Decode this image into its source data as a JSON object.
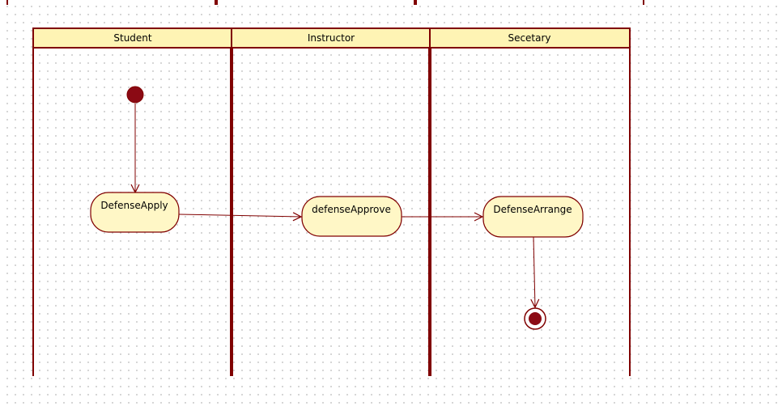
{
  "diagram": {
    "type": "activity-diagram-swimlanes",
    "colors": {
      "line": "#800000",
      "header_fill": "#fef4b4",
      "activity_fill": "#fff7c6",
      "node_fill": "#8b0a14",
      "grid_dot": "#c9c9c9"
    },
    "swimlanes": [
      {
        "title": "Student"
      },
      {
        "title": "Instructor"
      },
      {
        "title": "Secetary"
      }
    ],
    "activities": [
      {
        "label": "DefenseApply",
        "lane": "Student"
      },
      {
        "label": "defenseApprove",
        "lane": "Instructor"
      },
      {
        "label": "DefenseArrange",
        "lane": "Secetary"
      }
    ],
    "nodes": [
      {
        "kind": "initial",
        "lane": "Student"
      },
      {
        "kind": "final",
        "lane": "Secetary"
      }
    ],
    "transitions": [
      {
        "from": "initial",
        "to": "DefenseApply"
      },
      {
        "from": "DefenseApply",
        "to": "defenseApprove"
      },
      {
        "from": "defenseApprove",
        "to": "DefenseArrange"
      },
      {
        "from": "DefenseArrange",
        "to": "final"
      }
    ]
  }
}
